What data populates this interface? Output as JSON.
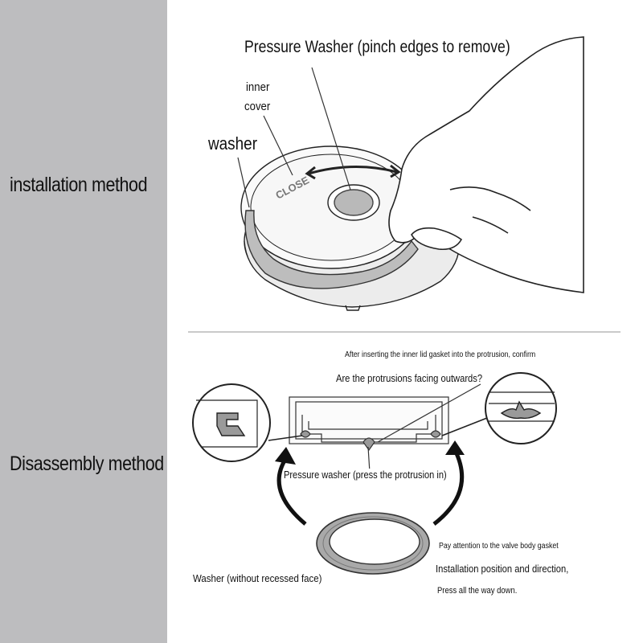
{
  "sidebar": {
    "installation_label": "installation method",
    "disassembly_label": "Disassembly method"
  },
  "installation": {
    "pressure_washer_label": "Pressure Washer (pinch edges to remove)",
    "inner_cover_label_line1": "inner",
    "inner_cover_label_line2": "cover",
    "washer_label": "washer",
    "lid_marking": "CLOSE"
  },
  "disassembly": {
    "confirm_note": "After inserting the inner lid gasket into the protrusion, confirm",
    "question": "Are the protrusions facing outwards?",
    "pressure_washer_note": "Pressure washer (press the protrusion in)",
    "valve_note": "Pay attention to the valve body gasket",
    "position_note": "Installation position and direction,",
    "press_note": "Press all the way down.",
    "washer_note": "Washer (without recessed face)"
  }
}
